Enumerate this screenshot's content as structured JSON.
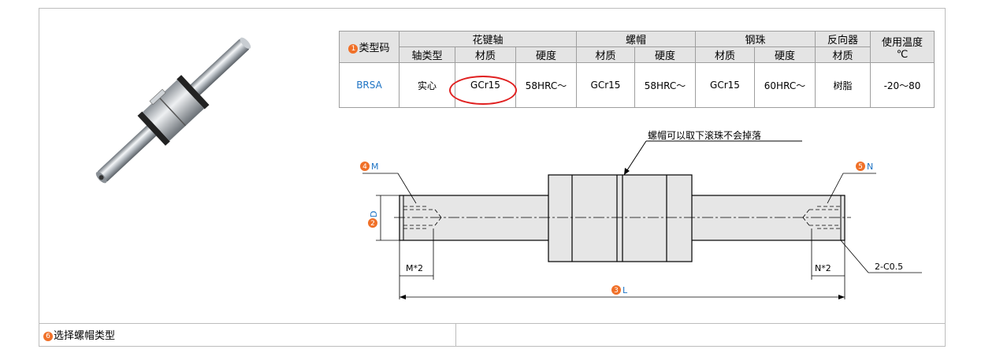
{
  "table": {
    "col_type_num": "1",
    "col_type_label": "类型码",
    "group_shaft": "花键轴",
    "group_nut": "螺帽",
    "group_ball": "钢珠",
    "group_reverser": "反向器",
    "group_temp": "使用温度",
    "temp_unit": "℃",
    "sub_shaft_type": "轴类型",
    "sub_shaft_material": "材质",
    "sub_shaft_hardness": "硬度",
    "sub_nut_material": "材质",
    "sub_nut_hardness": "硬度",
    "sub_ball_material": "材质",
    "sub_ball_hardness": "硬度",
    "sub_reverser_material": "材质",
    "row": {
      "type_code": "BRSA",
      "shaft_type": "实心",
      "shaft_material": "GCr15",
      "shaft_hardness": "58HRC～",
      "nut_material": "GCr15",
      "nut_hardness": "58HRC～",
      "ball_material": "GCr15",
      "ball_hardness": "60HRC～",
      "reverser_material": "树脂",
      "temp_range": "-20～80"
    }
  },
  "drawing": {
    "note": "螺帽可以取下滚珠不会掉落",
    "m_num": "4",
    "m_label": "M",
    "n_num": "5",
    "n_label": "N",
    "d_num": "2",
    "d_label": "D",
    "l_num": "3",
    "l_label": "L",
    "m2_label": "M*2",
    "n2_label": "N*2",
    "chamfer": "2-C0.5"
  },
  "footer": {
    "num": "6",
    "label": "选择螺帽类型"
  },
  "colors": {
    "badge": "#f07028",
    "accent_blue": "#1d73c4",
    "highlight_red": "#e02020",
    "header_bg": "#e4e4e4"
  }
}
